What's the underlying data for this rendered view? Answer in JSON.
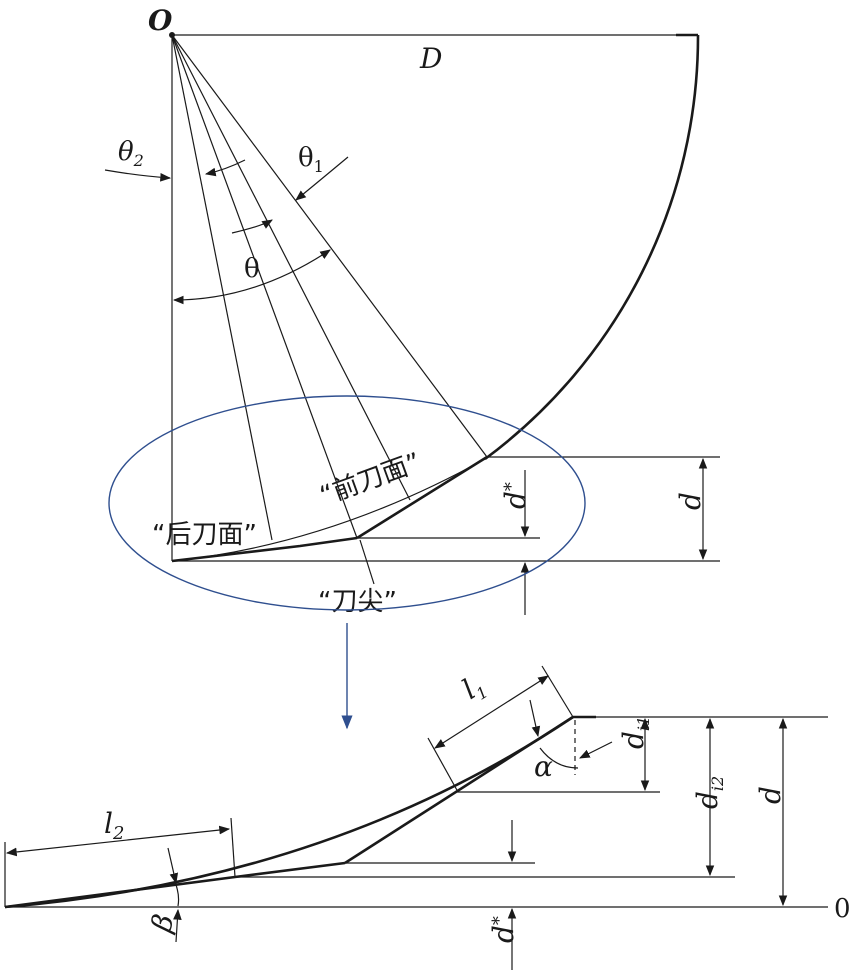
{
  "labels": {
    "origin": "O",
    "diameter": "D",
    "theta2": "θ",
    "theta2_sub": "2",
    "theta1": "θ",
    "theta1_sub": "1",
    "theta": "θ",
    "rear_face": "“后刀面”",
    "front_face": "“前刀面”",
    "tip": "“刀尖”",
    "d_star": "d",
    "d_star_sub": "*",
    "d": "d",
    "l1": "l",
    "l1_sub": "1",
    "l2": "l",
    "l2_sub": "2",
    "alpha": "α",
    "beta": "β",
    "di1": "d",
    "di1_sub": "i1",
    "di2": "d",
    "di2_sub": "i2",
    "d_lower": "d",
    "d_star_lower": "d",
    "d_star_lower_sub": "*",
    "zero": "0"
  },
  "colors": {
    "line": "#1a1a1a",
    "highlight": "#2f4f8f"
  }
}
